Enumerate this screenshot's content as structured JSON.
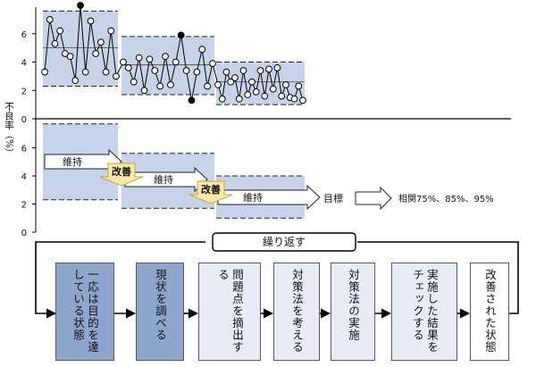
{
  "chart_data": {
    "type": "line",
    "ylabel": "不良率（%）",
    "ylim": [
      0,
      8
    ],
    "yticks": [
      "0",
      "2",
      "4",
      "6",
      "8"
    ],
    "upper_chart": {
      "phases": [
        {
          "name": "phase-1",
          "mean": 5.0,
          "ucl": 7.6,
          "lcl": 2.3,
          "values": [
            3.3,
            7.0,
            5.3,
            6.2,
            4.6,
            4.4,
            2.7,
            8.0,
            3.3,
            6.9,
            4.6,
            5.4,
            3.3,
            6.2,
            3.0
          ]
        },
        {
          "name": "phase-2",
          "mean": 3.8,
          "ucl": 5.8,
          "lcl": 1.7,
          "values": [
            4.0,
            3.6,
            2.6,
            4.3,
            2.0,
            4.2,
            3.4,
            2.3,
            4.4,
            2.4,
            4.0,
            5.9,
            3.4,
            1.3,
            3.3,
            4.9,
            2.3,
            3.9
          ]
        },
        {
          "name": "phase-3",
          "mean": 2.6,
          "ucl": 4.0,
          "lcl": 1.0,
          "values": [
            2.4,
            1.4,
            3.3,
            2.6,
            2.9,
            1.4,
            3.4,
            1.7,
            2.6,
            1.9,
            3.4,
            1.6,
            3.5,
            2.1,
            3.6,
            1.6,
            2.4,
            1.5,
            1.4,
            2.3,
            1.3
          ]
        }
      ],
      "out_of_control": [
        {
          "phase": 0,
          "index": 7
        },
        {
          "phase": 1,
          "index": 11
        },
        {
          "phase": 1,
          "index": 13
        }
      ]
    },
    "lower_chart": {
      "bands": [
        {
          "ucl": 7.7,
          "lcl": 2.3
        },
        {
          "ucl": 5.6,
          "lcl": 1.7
        },
        {
          "ucl": 4.0,
          "lcl": 1.0
        }
      ]
    }
  },
  "labels": {
    "maintain": "維持",
    "improve": "改善",
    "target": "目標",
    "target_values": "相関75%、85%、95%",
    "repeat": "繰り返す"
  },
  "colors": {
    "band_fill": "#c6d3e8",
    "box_dark": "#8ea6cc",
    "box_light": "#e7ecf6",
    "improve_fill": "#ffe9a8",
    "improve_stroke": "#c9a43a"
  },
  "steps": [
    {
      "text": "一応は目的を達している状態",
      "style": "dark"
    },
    {
      "text": "現状を調べる",
      "style": "dark"
    },
    {
      "text": "問題点を摘出する",
      "style": "light"
    },
    {
      "text": "対策法を考える",
      "style": "light"
    },
    {
      "text": "対策法の実施",
      "style": "light"
    },
    {
      "text": "実施した結果をチェックする",
      "style": "light"
    },
    {
      "text": "改善された状態",
      "style": "white"
    }
  ]
}
